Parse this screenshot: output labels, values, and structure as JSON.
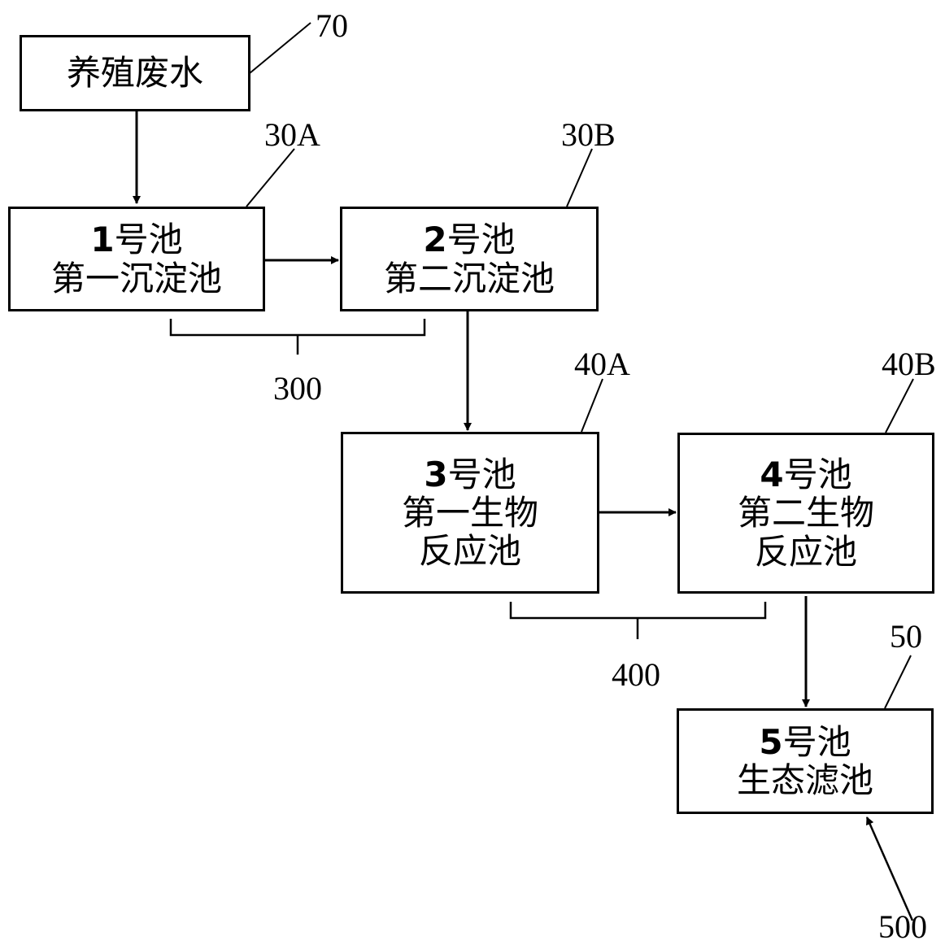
{
  "source": {
    "label": "养殖废水",
    "ref": "70"
  },
  "pool1": {
    "number": "1",
    "title": "号池",
    "name": "第一沉淀池",
    "ref": "30A"
  },
  "pool2": {
    "number": "2",
    "title": "号池",
    "name": "第二沉淀池",
    "ref": "30B"
  },
  "pool3": {
    "number": "3",
    "title": "号池",
    "name_line1": "第一生物",
    "name_line2": "反应池",
    "ref": "40A"
  },
  "pool4": {
    "number": "4",
    "title": "号池",
    "name_line1": "第二生物",
    "name_line2": "反应池",
    "ref": "40B"
  },
  "pool5": {
    "number": "5",
    "title": "号池",
    "name": "生态滤池",
    "ref": "50"
  },
  "groups": {
    "sedimentation": "300",
    "bioreaction": "400",
    "inlet": "500"
  }
}
